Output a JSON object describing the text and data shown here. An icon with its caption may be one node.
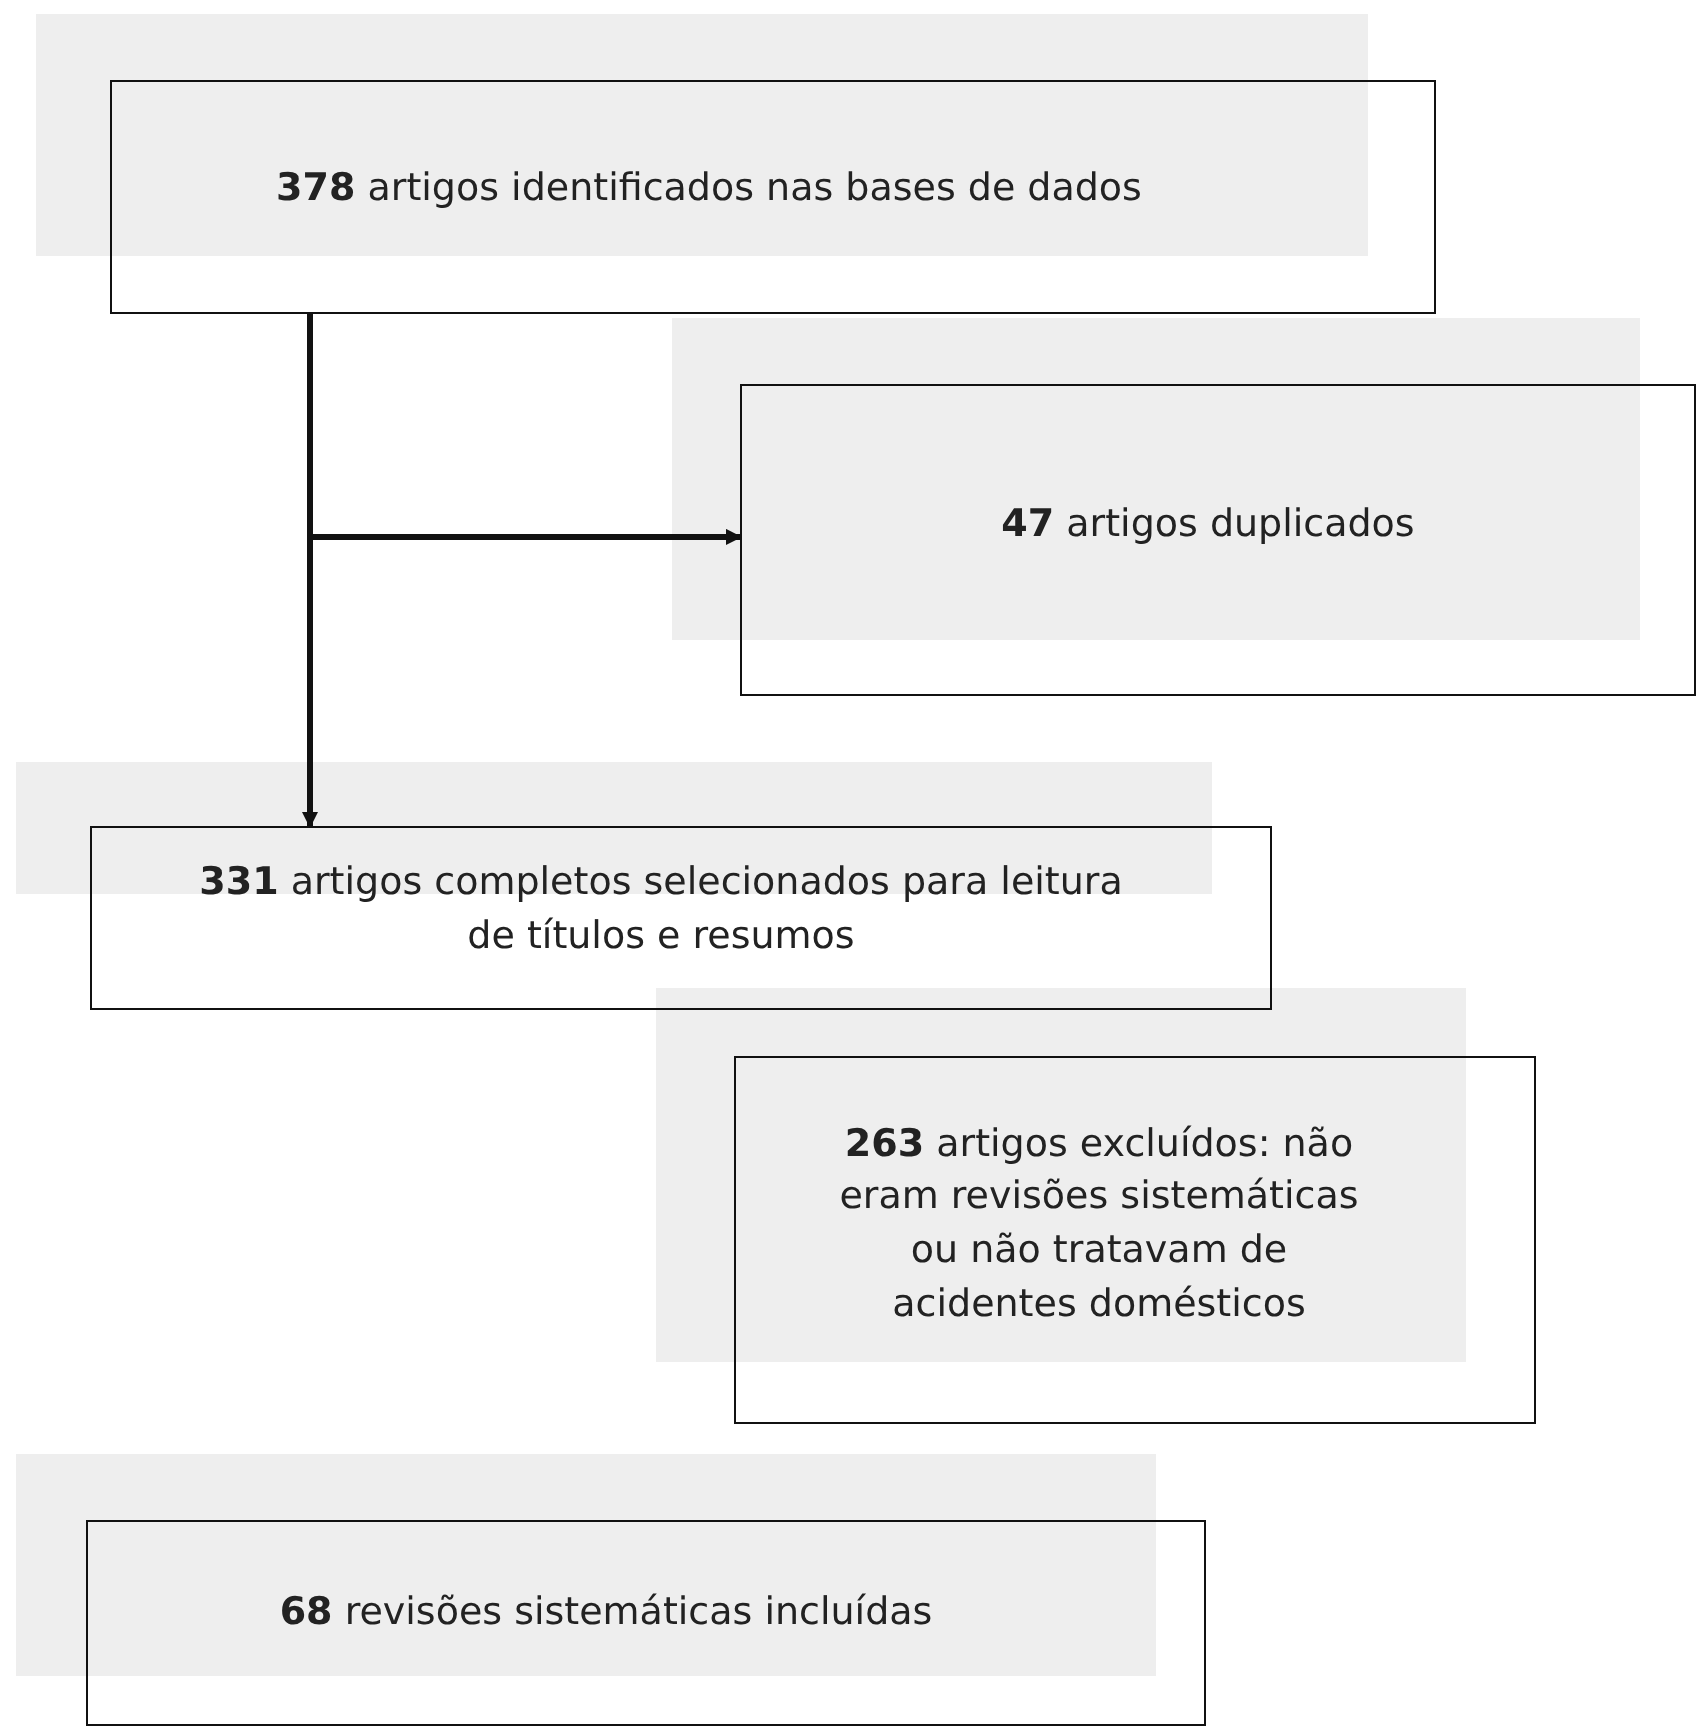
{
  "diagram": {
    "nodes": [
      {
        "text": [
          "**378** artigos identificados nas bases de dados"
        ]
      },
      {
        "text": [
          "**47** artigos duplicados"
        ]
      },
      {
        "text": [
          "**331** artigos completos selecionados para leitura de títulos e resumos"
        ]
      },
      {
        "text": [
          "**263** artigos excluídos: não eram revisões sistemáticas ou não tratavam de acidentes domésticos"
        ]
      },
      {
        "text": [
          "**68** revisões sistemáticas incluídas"
        ]
      }
    ],
    "edges": [
      {
        "from": 0,
        "to": 2,
        "arrow": "to"
      },
      {
        "from": 0,
        "to": 1,
        "arrow": "to"
      }
    ]
  }
}
